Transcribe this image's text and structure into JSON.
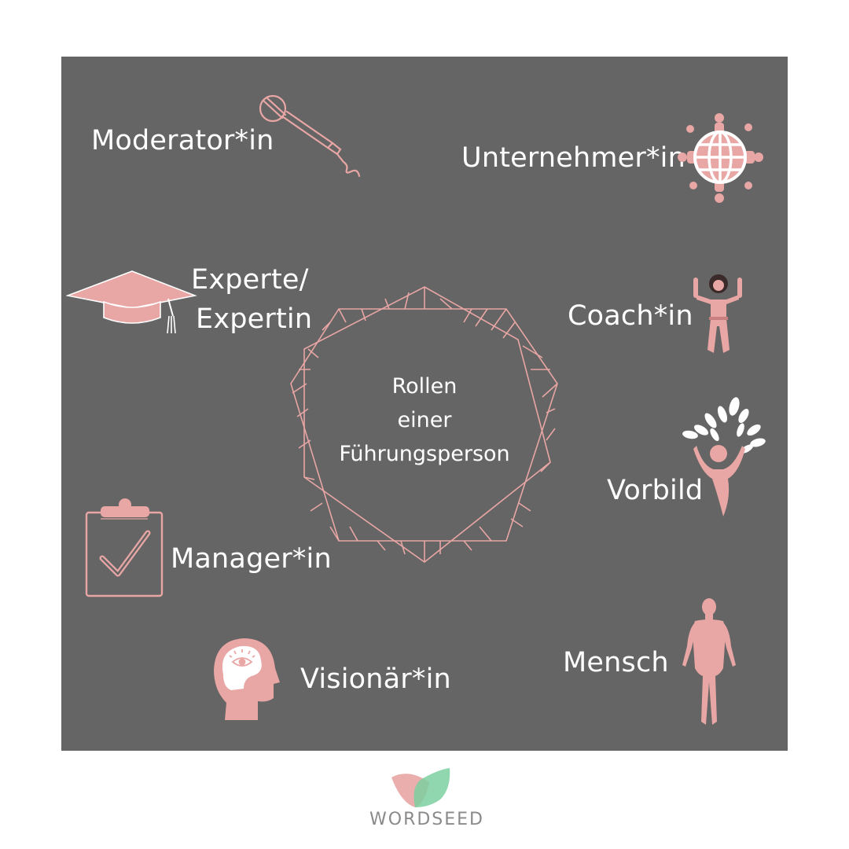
{
  "center": {
    "line1": "Rollen",
    "line2": "einer",
    "line3": "Führungsperson"
  },
  "roles": {
    "moderator": "Moderator*in",
    "unternehmer": "Unternehmer*in",
    "experte_line1": "Experte/",
    "experte_line2": "Expertin",
    "coach": "Coach*in",
    "vorbild": "Vorbild",
    "manager": "Manager*in",
    "visionaer": "Visionär*in",
    "mensch": "Mensch"
  },
  "brand": {
    "name": "WORDSEED"
  },
  "colors": {
    "panel": "#656565",
    "accent_pink": "#e8a6a4",
    "logo_green": "#7ccfa0",
    "text": "#ffffff"
  },
  "icons": [
    "microphone-icon",
    "globe-people-icon",
    "graduation-cap-icon",
    "woman-flexing-icon",
    "tree-person-icon",
    "clipboard-check-icon",
    "head-eye-icon",
    "human-body-icon",
    "wordseed-logo-icon"
  ]
}
